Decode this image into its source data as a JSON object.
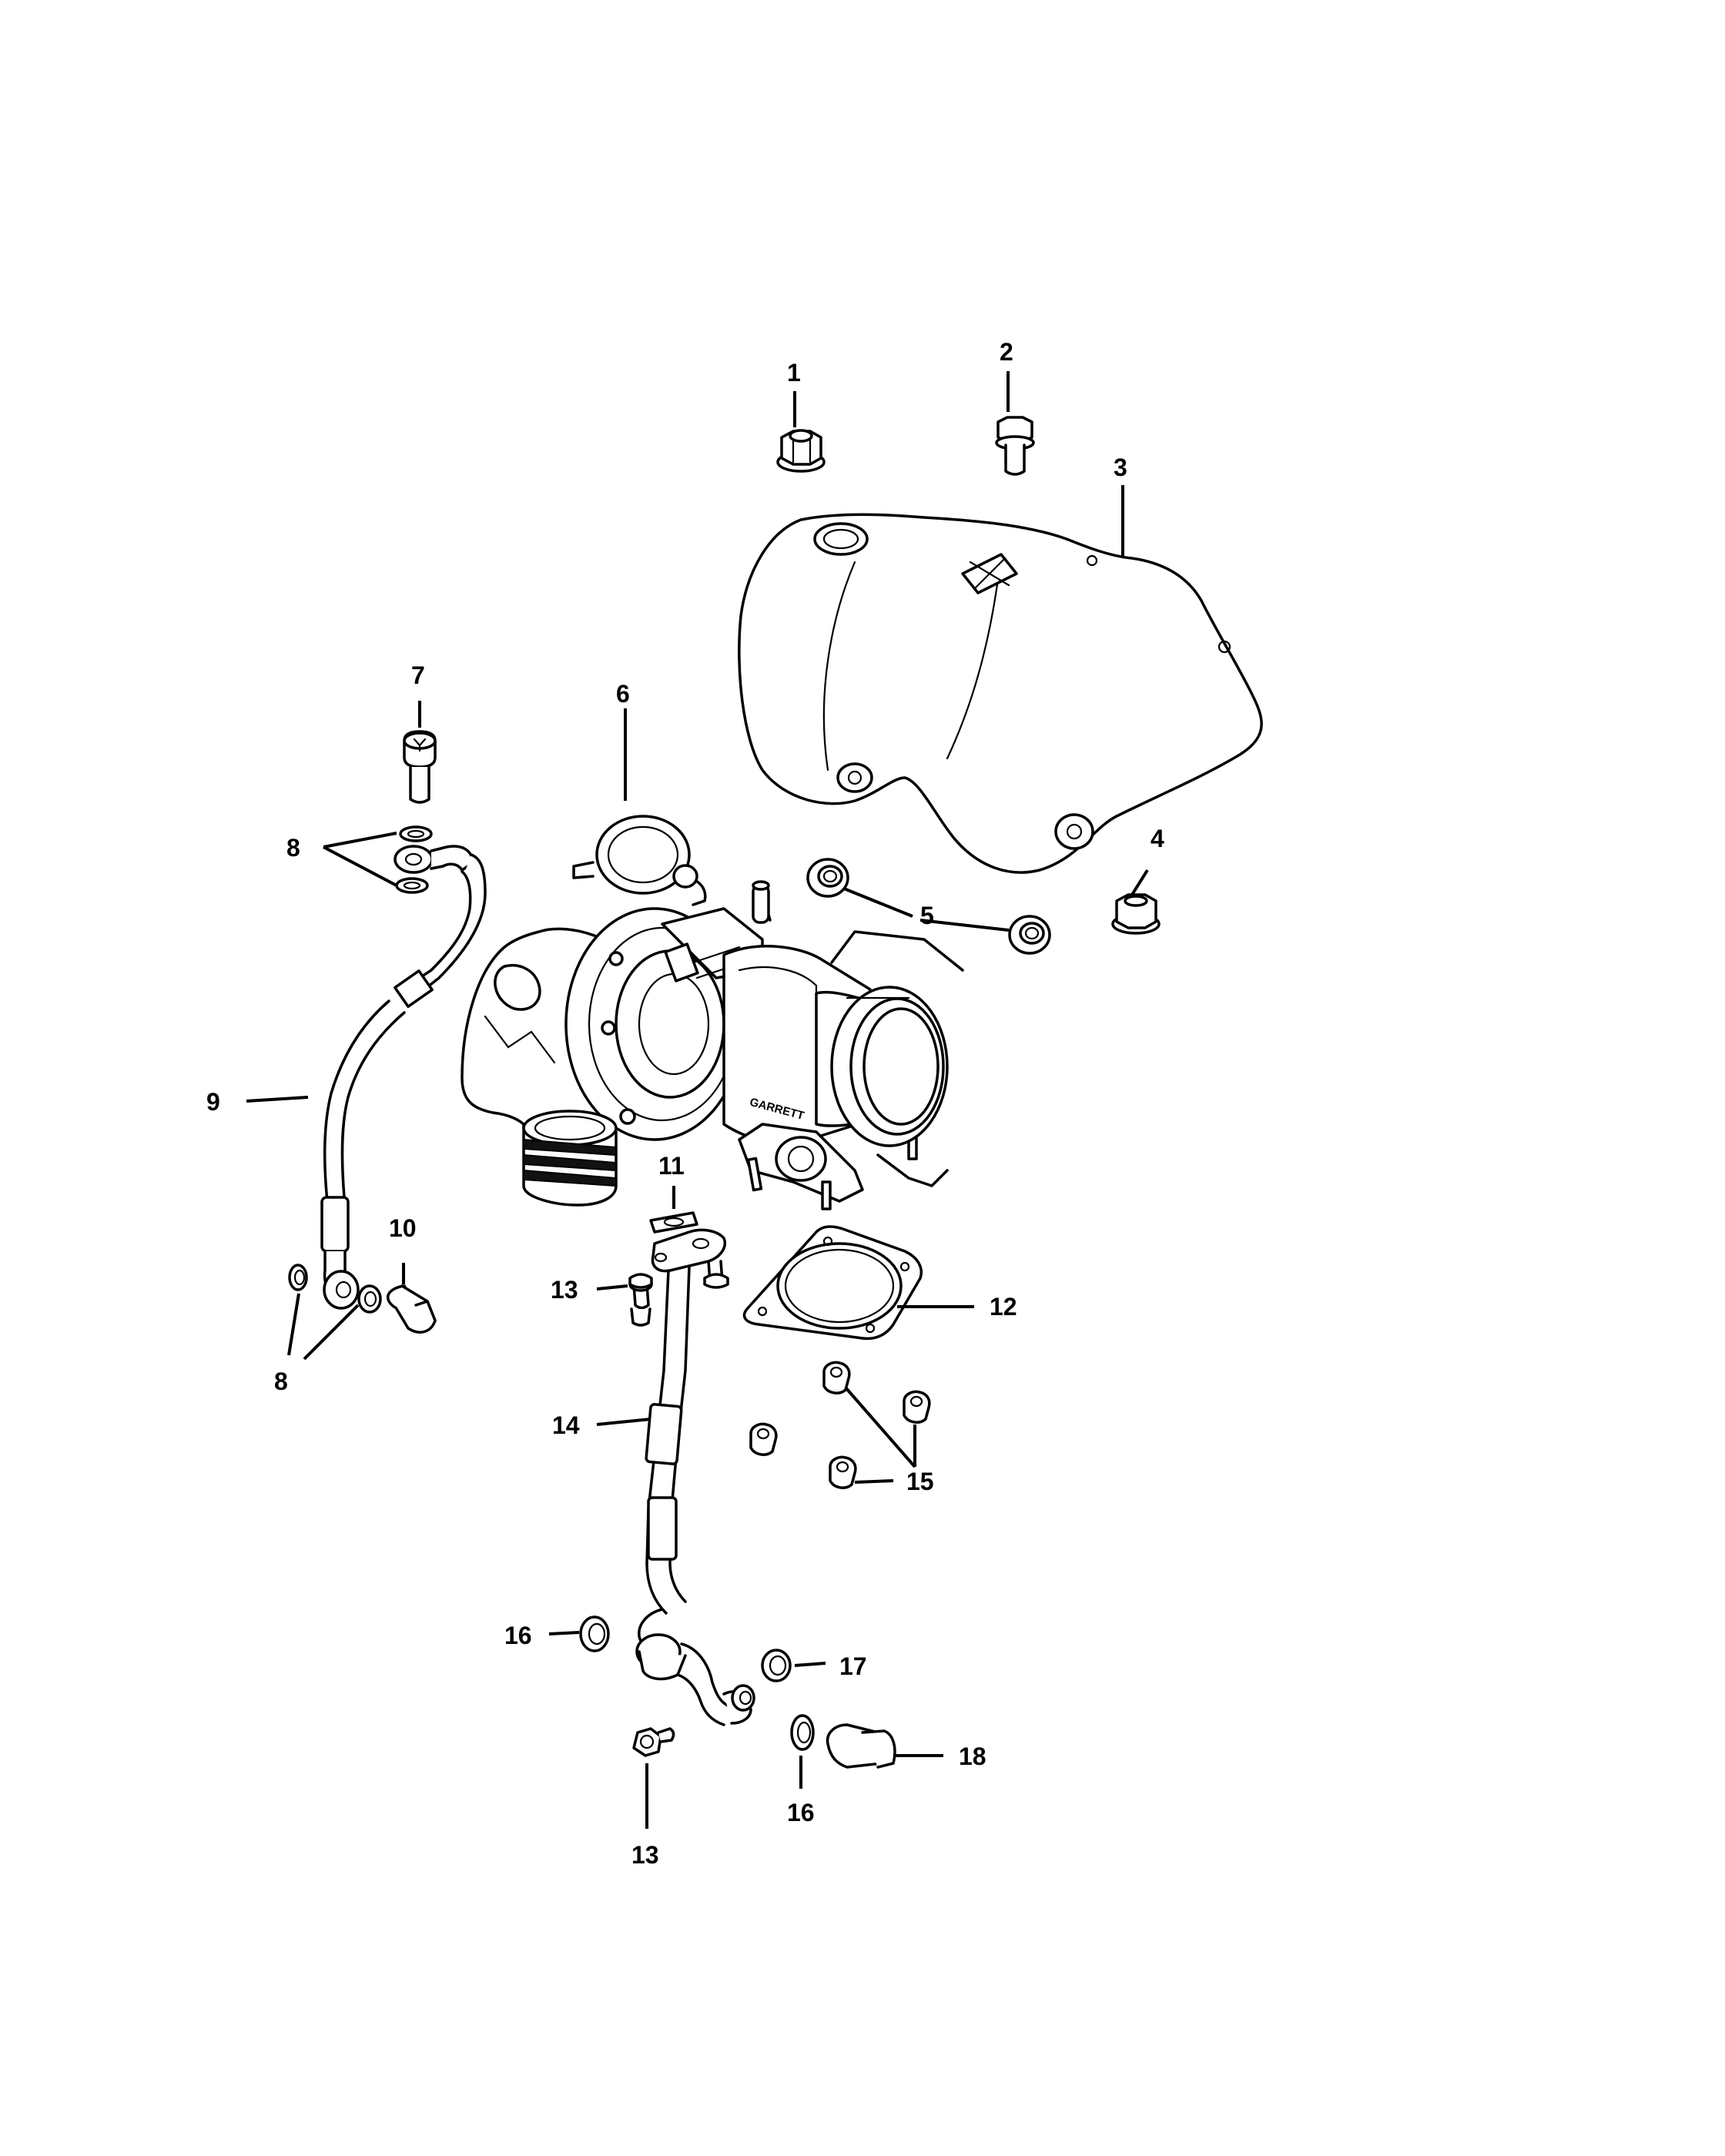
{
  "callouts": [
    {
      "id": "c1",
      "label": "1"
    },
    {
      "id": "c2",
      "label": "2"
    },
    {
      "id": "c3",
      "label": "3"
    },
    {
      "id": "c4",
      "label": "4"
    },
    {
      "id": "c5",
      "label": "5"
    },
    {
      "id": "c6",
      "label": "6"
    },
    {
      "id": "c7",
      "label": "7"
    },
    {
      "id": "c8a",
      "label": "8"
    },
    {
      "id": "c8b",
      "label": "8"
    },
    {
      "id": "c9",
      "label": "9"
    },
    {
      "id": "c10",
      "label": "10"
    },
    {
      "id": "c11",
      "label": "11"
    },
    {
      "id": "c12",
      "label": "12"
    },
    {
      "id": "c13a",
      "label": "13"
    },
    {
      "id": "c13b",
      "label": "13"
    },
    {
      "id": "c14",
      "label": "14"
    },
    {
      "id": "c15",
      "label": "15"
    },
    {
      "id": "c16a",
      "label": "16"
    },
    {
      "id": "c16b",
      "label": "16"
    },
    {
      "id": "c17",
      "label": "17"
    },
    {
      "id": "c18",
      "label": "18"
    }
  ],
  "turbo_brand_text": "GARRETT"
}
